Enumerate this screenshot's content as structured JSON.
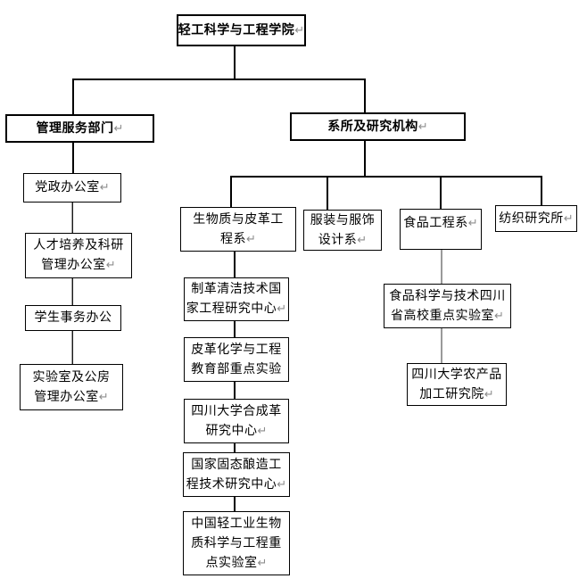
{
  "meta": {
    "background_color": "#ffffff",
    "box_border_color": "#000000",
    "connector_color": "#000000",
    "connector_gray_color": "#9a9a9a",
    "paragraph_mark_color": "#8c8c8c",
    "paragraph_mark_glyph": "↵"
  },
  "tree": {
    "root": {
      "lines": [
        "轻工科学与工程学院"
      ],
      "mark": "↵"
    },
    "branches": {
      "admin": {
        "label": {
          "lines": [
            "管理服务部门"
          ],
          "mark": "↵"
        },
        "children": [
          {
            "lines": [
              "党政办公室"
            ],
            "mark": "↵"
          },
          {
            "lines": [
              "人才培养及科研",
              "管理办公室"
            ],
            "mark": "↵"
          },
          {
            "lines": [
              "学生事务办公"
            ]
          },
          {
            "lines": [
              "实验室及公房",
              "管理办公室"
            ],
            "mark": "↵"
          }
        ]
      },
      "academic": {
        "label": {
          "lines": [
            "系所及研究机构"
          ],
          "mark": "↵"
        },
        "departments": [
          {
            "label": {
              "lines": [
                "生物质与皮革工",
                "程系"
              ],
              "mark": "↵"
            },
            "children": [
              {
                "lines": [
                  "制革清洁技术国",
                  "家工程研究中心"
                ],
                "mark": "↵"
              },
              {
                "lines": [
                  "皮革化学与工程",
                  "教育部重点实验"
                ]
              },
              {
                "lines": [
                  "四川大学合成革",
                  "研究中心"
                ],
                "mark": "↵"
              },
              {
                "lines": [
                  "国家固态酿造工",
                  "程技术研究中心"
                ],
                "mark": "↵"
              },
              {
                "lines": [
                  "中国轻工业生物",
                  "质科学与工程重",
                  "点实验室"
                ],
                "mark": "↵"
              }
            ]
          },
          {
            "label": {
              "lines": [
                "服装与服饰",
                "设计系"
              ],
              "mark": "↵"
            },
            "children": []
          },
          {
            "label": {
              "lines": [
                "食品工程系"
              ],
              "mark": "↵"
            },
            "children": [
              {
                "lines": [
                  "食品科学与技术四川",
                  "省高校重点实验室"
                ],
                "mark": "↵"
              },
              {
                "lines": [
                  "四川大学农产品",
                  "加工研究院"
                ],
                "mark": "↵"
              }
            ]
          },
          {
            "label": {
              "lines": [
                "纺织研究所"
              ],
              "mark": "↵"
            },
            "children": []
          }
        ]
      }
    }
  }
}
